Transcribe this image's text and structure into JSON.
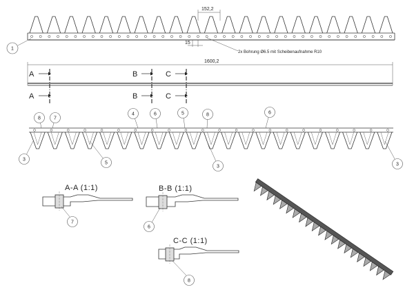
{
  "dimensions": {
    "tooth_pitch": "152,2",
    "offset": "15",
    "hole_note": "2x Bohrung Ø6.5 mit Scheibenaufnahme R10",
    "total_length": "1600,2"
  },
  "section_markers": [
    "A",
    "B",
    "C"
  ],
  "section_views": [
    {
      "title": "A-A (1:1)",
      "balloon": "7"
    },
    {
      "title": "B-B (1:1)",
      "balloon": "6"
    },
    {
      "title": "C-C (1:1)",
      "balloon": "8"
    }
  ],
  "balloons": {
    "top_view": "1",
    "assembly": [
      "8",
      "7",
      "4",
      "6",
      "5",
      "8",
      "6",
      "3",
      "5",
      "3",
      "3"
    ]
  },
  "colors": {
    "line": "#333333",
    "background": "#ffffff"
  }
}
